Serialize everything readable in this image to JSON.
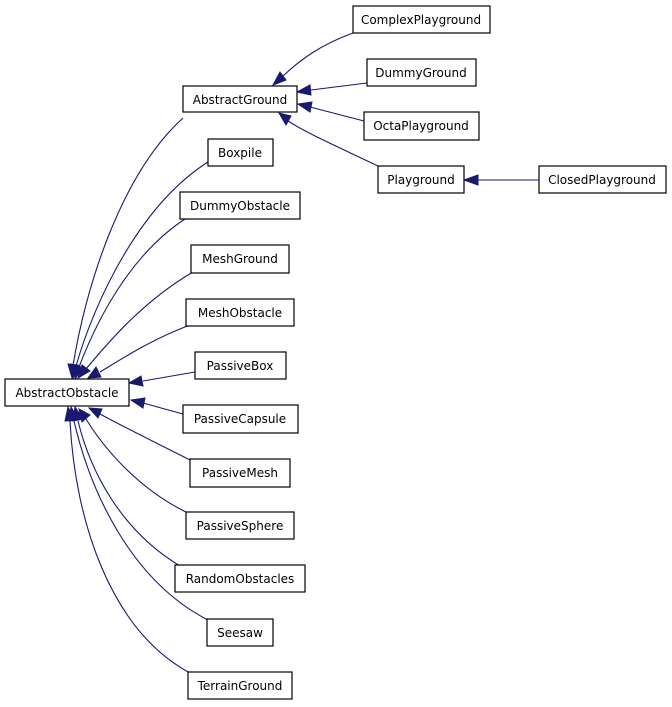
{
  "diagram": {
    "nodes": {
      "abstract_obstacle": "AbstractObstacle",
      "abstract_ground": "AbstractGround",
      "complex_playground": "ComplexPlayground",
      "dummy_ground": "DummyGround",
      "octa_playground": "OctaPlayground",
      "playground": "Playground",
      "closed_playground": "ClosedPlayground",
      "boxpile": "Boxpile",
      "dummy_obstacle": "DummyObstacle",
      "mesh_ground": "MeshGround",
      "mesh_obstacle": "MeshObstacle",
      "passive_box": "PassiveBox",
      "passive_capsule": "PassiveCapsule",
      "passive_mesh": "PassiveMesh",
      "passive_sphere": "PassiveSphere",
      "random_obstacles": "RandomObstacles",
      "seesaw": "Seesaw",
      "terrain_ground": "TerrainGround"
    },
    "edges": [
      {
        "from": "abstract_ground",
        "to": "abstract_obstacle"
      },
      {
        "from": "boxpile",
        "to": "abstract_obstacle"
      },
      {
        "from": "dummy_obstacle",
        "to": "abstract_obstacle"
      },
      {
        "from": "mesh_ground",
        "to": "abstract_obstacle"
      },
      {
        "from": "mesh_obstacle",
        "to": "abstract_obstacle"
      },
      {
        "from": "passive_box",
        "to": "abstract_obstacle"
      },
      {
        "from": "passive_capsule",
        "to": "abstract_obstacle"
      },
      {
        "from": "passive_mesh",
        "to": "abstract_obstacle"
      },
      {
        "from": "passive_sphere",
        "to": "abstract_obstacle"
      },
      {
        "from": "random_obstacles",
        "to": "abstract_obstacle"
      },
      {
        "from": "seesaw",
        "to": "abstract_obstacle"
      },
      {
        "from": "terrain_ground",
        "to": "abstract_obstacle"
      },
      {
        "from": "complex_playground",
        "to": "abstract_ground"
      },
      {
        "from": "dummy_ground",
        "to": "abstract_ground"
      },
      {
        "from": "octa_playground",
        "to": "abstract_ground"
      },
      {
        "from": "playground",
        "to": "abstract_ground"
      },
      {
        "from": "closed_playground",
        "to": "playground"
      }
    ],
    "colors": {
      "edge": "#191970",
      "node_border": "#000000",
      "node_fill": "#ffffff"
    }
  }
}
